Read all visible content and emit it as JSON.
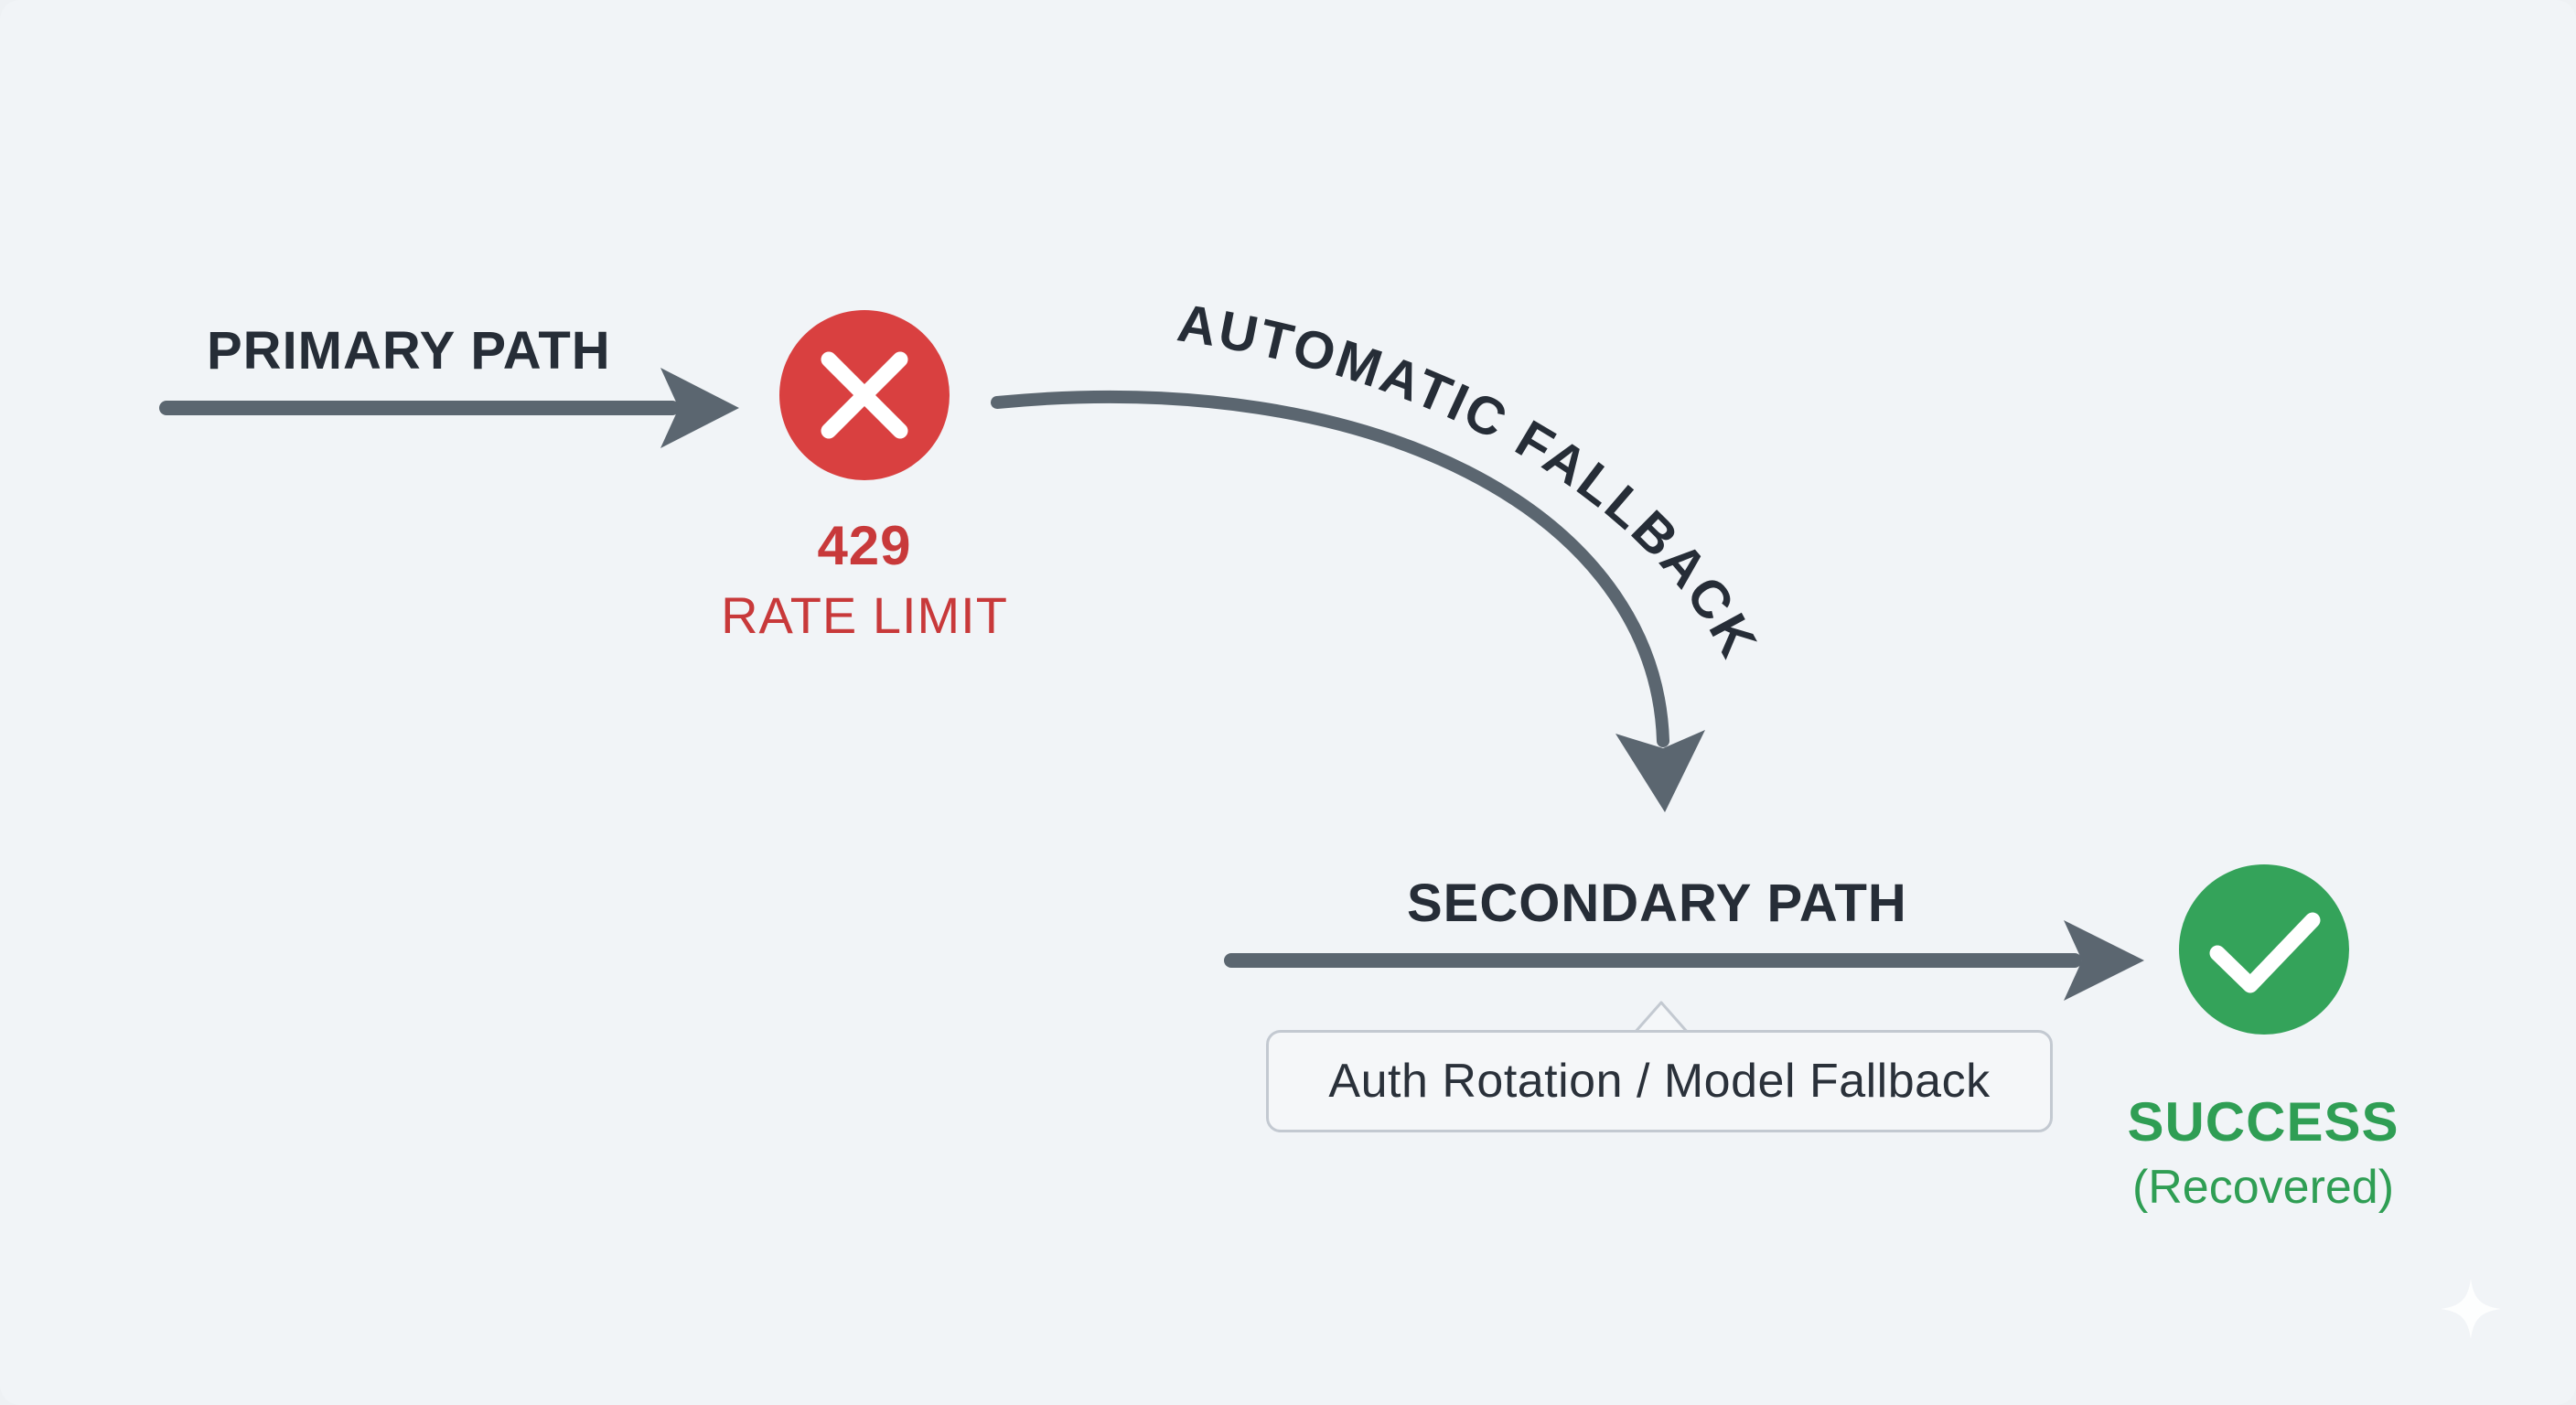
{
  "primary_path": {
    "label": "PRIMARY PATH"
  },
  "error": {
    "code": "429",
    "text": "RATE LIMIT",
    "icon": "x-icon",
    "color": "#d94040"
  },
  "fallback": {
    "label": "AUTOMATIC FALLBACK"
  },
  "secondary_path": {
    "label": "SECONDARY PATH",
    "callout": "Auth Rotation / Model Fallback"
  },
  "success": {
    "title": "SUCCESS",
    "subtitle": "(Recovered)",
    "icon": "checkmark-icon",
    "color": "#34a35a"
  },
  "arrow_color": "#5b6670",
  "corner_mark": {
    "icon": "sparkle-icon"
  }
}
